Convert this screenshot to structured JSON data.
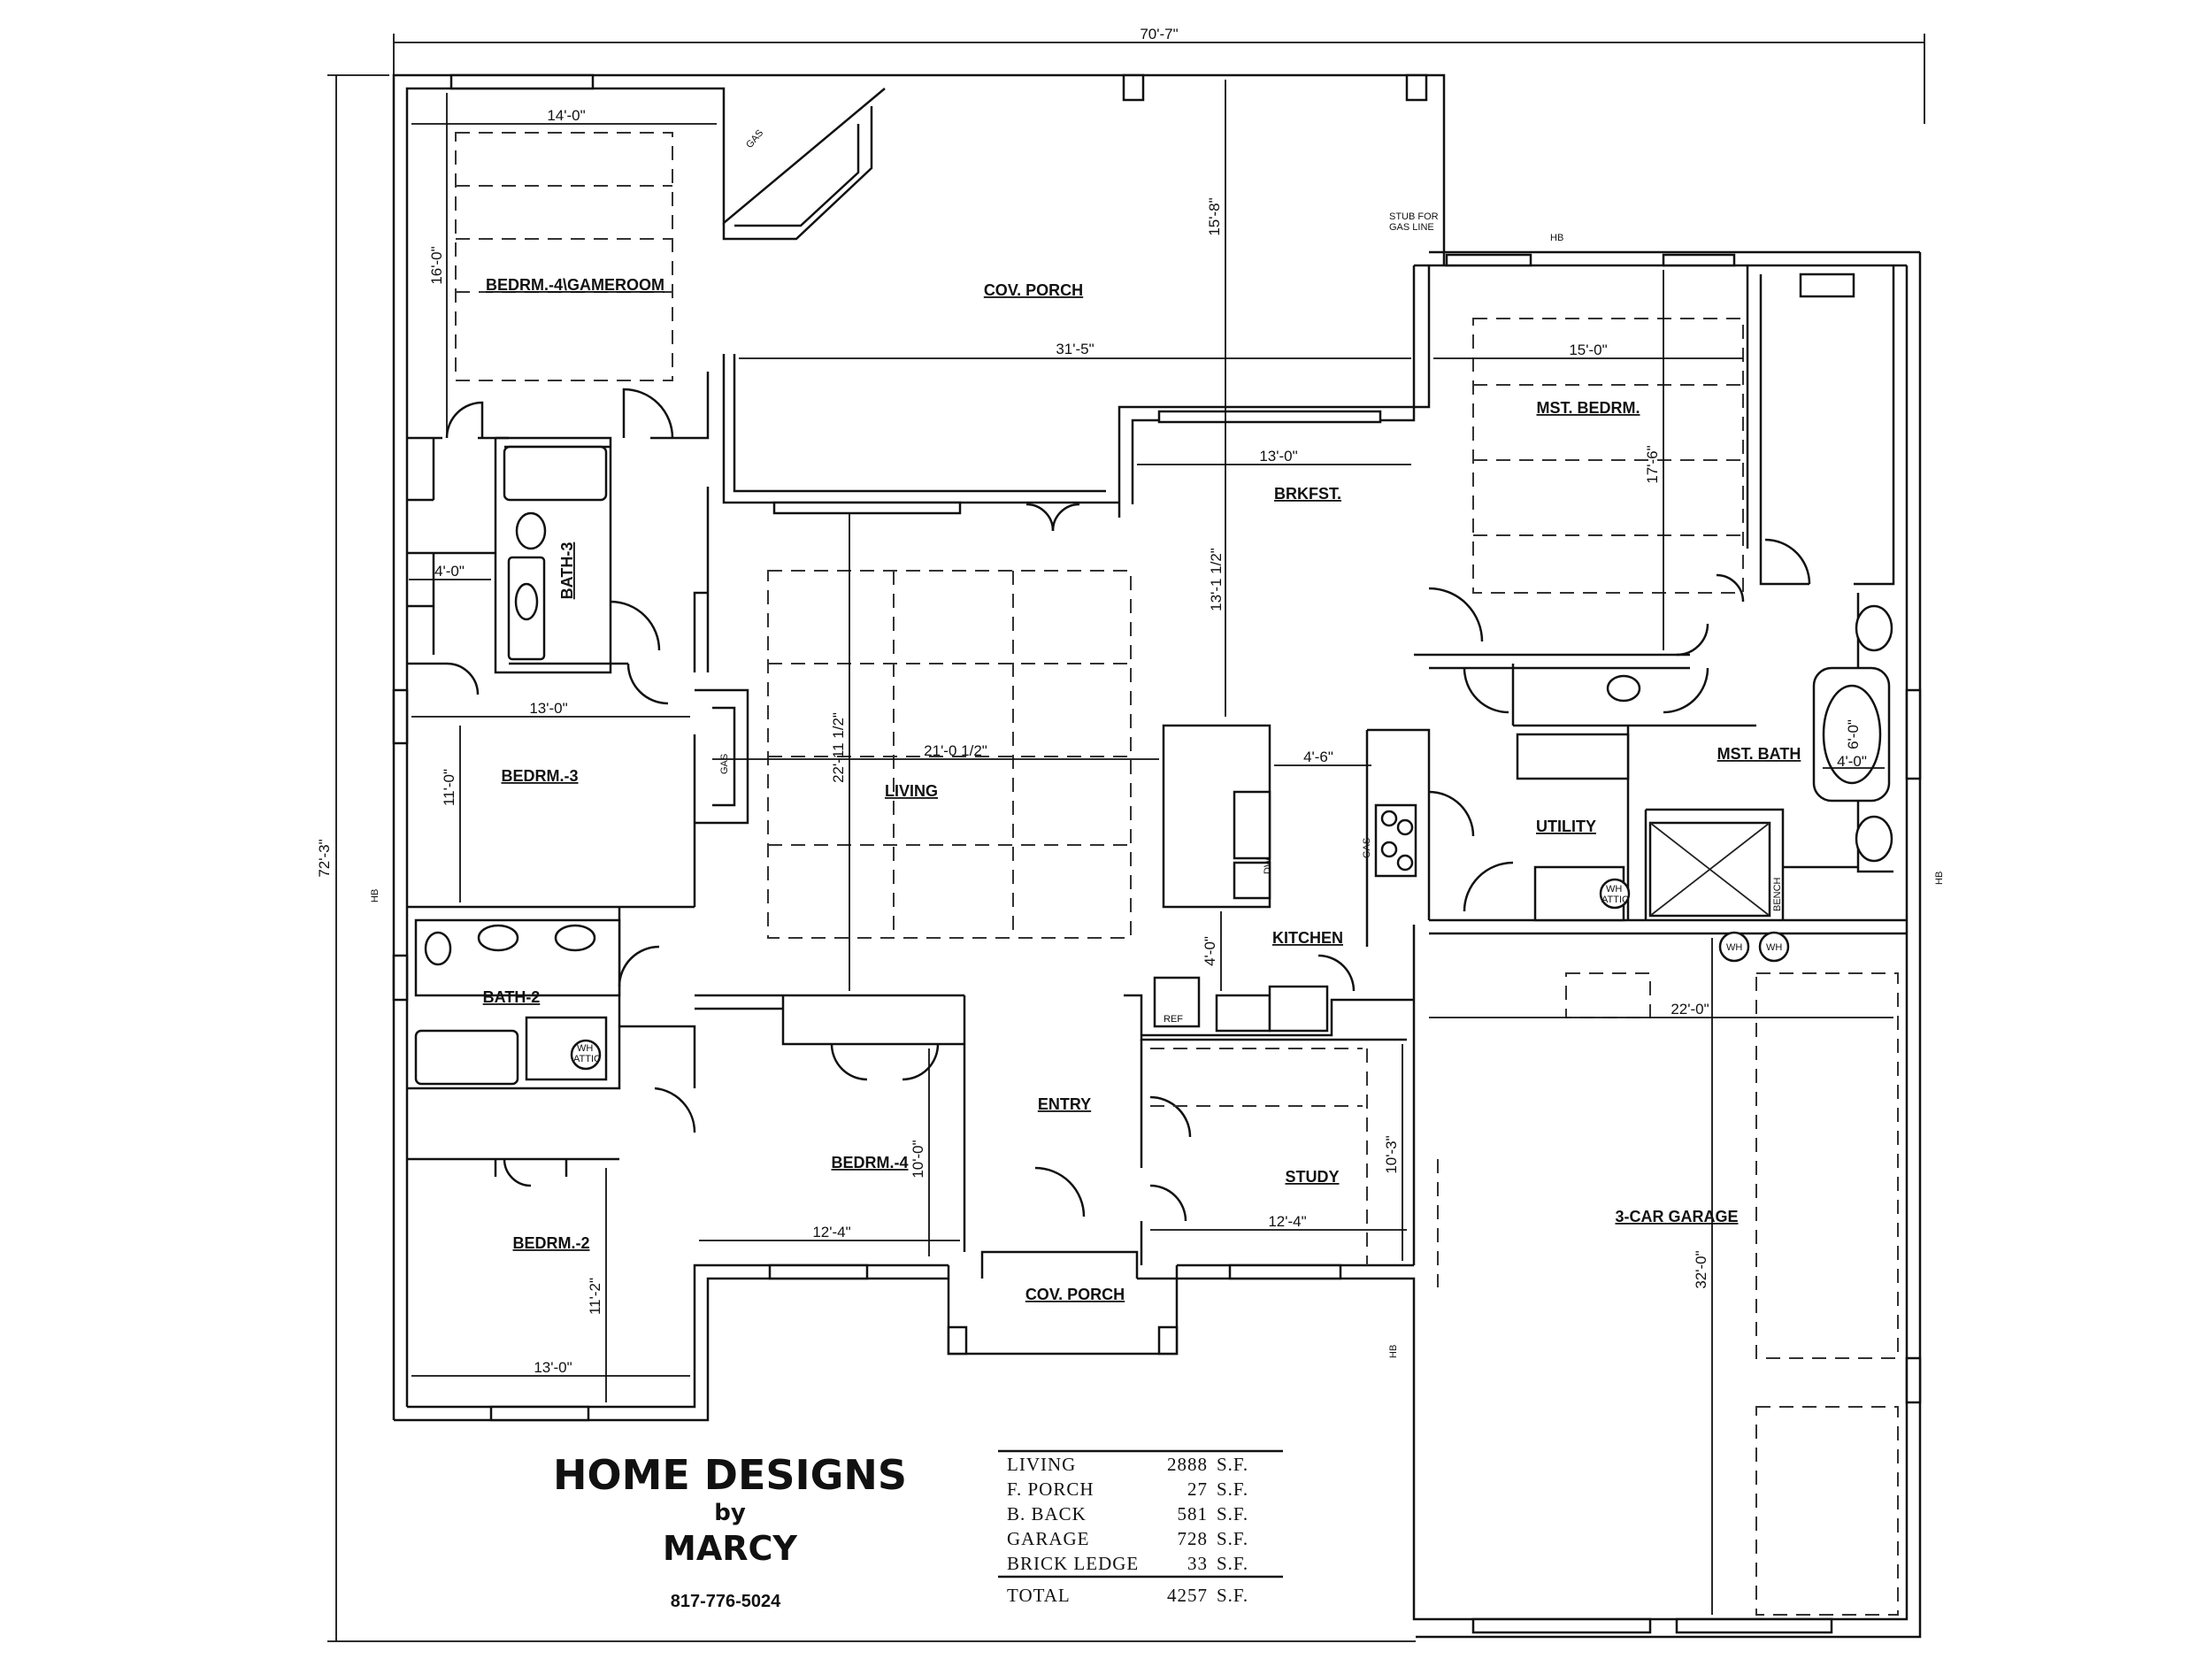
{
  "dimensions": {
    "overall_width": "70'-7\"",
    "overall_depth": "72'-3\"",
    "gameroom_width": "14'-0\"",
    "gameroom_depth": "16'-0\"",
    "porch_width": "31'-5\"",
    "porch_depth": "15'-8\"",
    "master_width": "15'-0\"",
    "master_depth": "17'-6\"",
    "brkfst_width": "13'-0\"",
    "brkfst_depth": "13'-1 1/2\"",
    "closet_width": "4'-0\"",
    "bedrm3_width": "13'-0\"",
    "bedrm3_depth": "11'-0\"",
    "living_width": "21'-0 1/2\"",
    "living_depth": "22'-11 1/2\"",
    "island_gap": "4'-6\"",
    "kitchen_gap": "4'-0\"",
    "tub_width": "6'-0\"",
    "shower_width": "4'-0\"",
    "garage_width": "22'-0\"",
    "garage_depth": "32'-0\"",
    "bedrm4_depth": "10'-0\"",
    "bedrm4_width": "12'-4\"",
    "study_width": "12'-4\"",
    "study_depth": "10'-3\"",
    "bedrm2_depth": "11'-2\"",
    "bedrm2_width": "13'-0\""
  },
  "rooms": {
    "gameroom": "BEDRM.-4\\GAMEROOM",
    "cov_porch_back": "COV. PORCH",
    "mst_bedrm": "MST. BEDRM.",
    "brkfst": "BRKFST.",
    "bath3": "BATH-3",
    "bedrm3": "BEDRM.-3",
    "living": "LIVING",
    "utility": "UTILITY",
    "mst_bath": "MST. BATH",
    "kitchen": "KITCHEN",
    "bath2": "BATH-2",
    "entry": "ENTRY",
    "bedrm4": "BEDRM.-4",
    "study": "STUDY",
    "garage": "3-CAR GARAGE",
    "bedrm2": "BEDRM.-2",
    "cov_porch_front": "COV. PORCH"
  },
  "notes": {
    "gas": "GAS",
    "hb": "HB",
    "stub_line1": "STUB FOR",
    "stub_line2": "GAS LINE",
    "ref": "REF",
    "dw": "DW",
    "wh": "WH",
    "attic": "ATTIC",
    "bench": "BENCH"
  },
  "brand": {
    "line1": "HOME DESIGNS",
    "line2": "by",
    "line3": "MARCY",
    "phone": "817-776-5024"
  },
  "area_table": {
    "rows": [
      {
        "label": "LIVING",
        "value": "2888",
        "unit": "S.F."
      },
      {
        "label": "F. PORCH",
        "value": "27",
        "unit": "S.F."
      },
      {
        "label": "B. BACK",
        "value": "581",
        "unit": "S.F."
      },
      {
        "label": "GARAGE",
        "value": "728",
        "unit": "S.F."
      },
      {
        "label": "BRICK LEDGE",
        "value": "33",
        "unit": "S.F."
      }
    ],
    "total": {
      "label": "TOTAL",
      "value": "4257",
      "unit": "S.F."
    }
  }
}
